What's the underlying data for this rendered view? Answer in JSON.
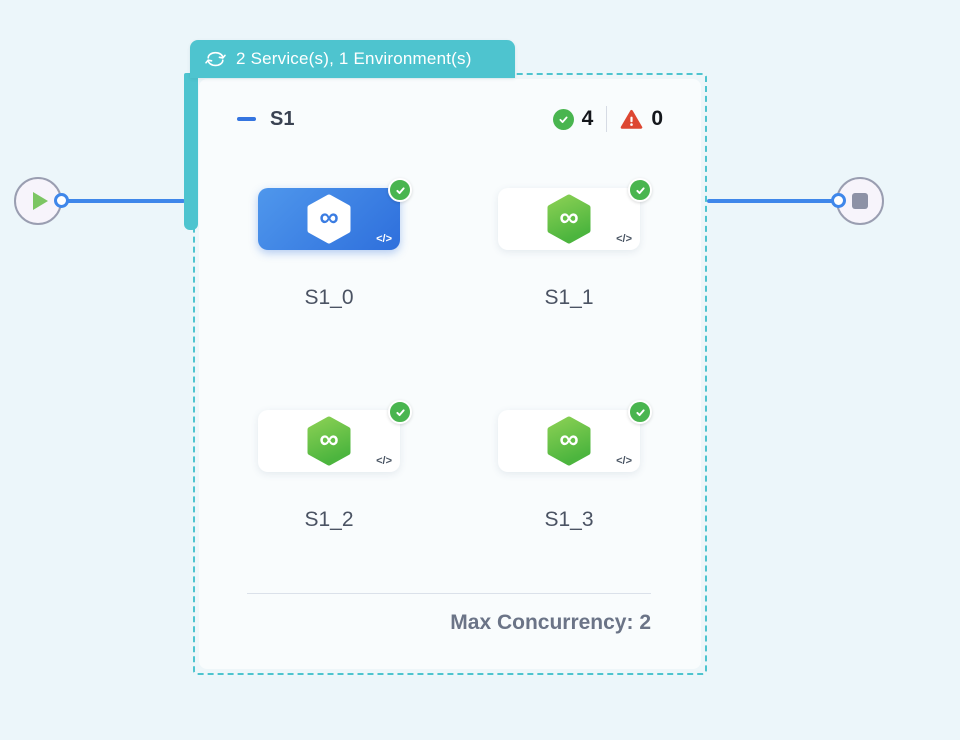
{
  "colors": {
    "page_bg": "#ecf6fa",
    "teal": "#4ec4cf",
    "edge_blue": "#3f87ea",
    "success_green": "#49b54f",
    "error_red": "#dd4732",
    "card_blue_start": "#4f97ec",
    "card_blue_end": "#2e6fdc",
    "hex_green_start": "#8ad054",
    "hex_green_end": "#4cb53e"
  },
  "badge": {
    "label": "2 Service(s), 1 Environment(s)",
    "icon": "sync-icon"
  },
  "group": {
    "title": "S1",
    "success_count": "4",
    "error_count": "0",
    "max_concurrency_text": "Max Concurrency: 2"
  },
  "services": [
    {
      "name": "S1_0",
      "selected": true,
      "status": "success"
    },
    {
      "name": "S1_1",
      "selected": false,
      "status": "success"
    },
    {
      "name": "S1_2",
      "selected": false,
      "status": "success"
    },
    {
      "name": "S1_3",
      "selected": false,
      "status": "success"
    }
  ],
  "icons": {
    "start": "play-icon",
    "end": "stop-icon",
    "service_glyph": "∞",
    "code_label": "</>"
  }
}
